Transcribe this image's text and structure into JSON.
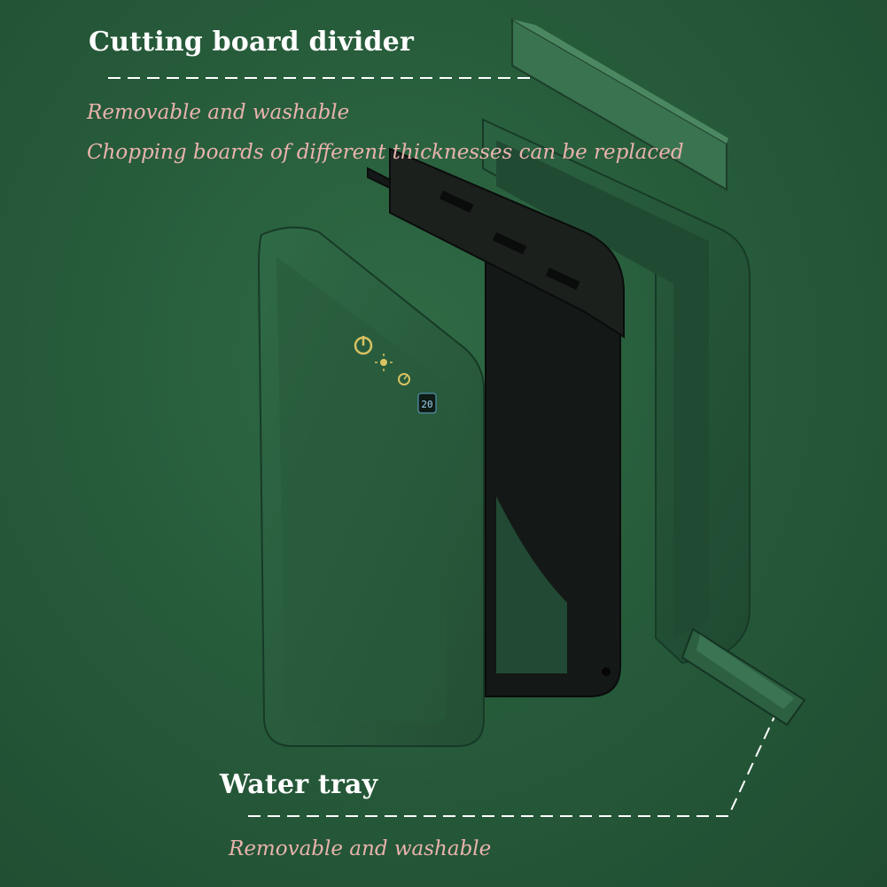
{
  "callouts": {
    "divider": {
      "title": "Cutting board divider",
      "lines": [
        "Removable and washable",
        "Chopping boards of different thicknesses can be replaced"
      ]
    },
    "tray": {
      "title": "Water tray",
      "lines": [
        "Removable and washable"
      ]
    }
  },
  "colors": {
    "background": "#275c3b",
    "title_text": "#ffffff",
    "subtitle_text": "#e9b3ad",
    "device_shell": "#2b6240",
    "device_frame": "#161a18"
  },
  "device_panel": {
    "icons": [
      "power-icon",
      "sun-icon",
      "timer-icon"
    ],
    "display_value": "20"
  }
}
